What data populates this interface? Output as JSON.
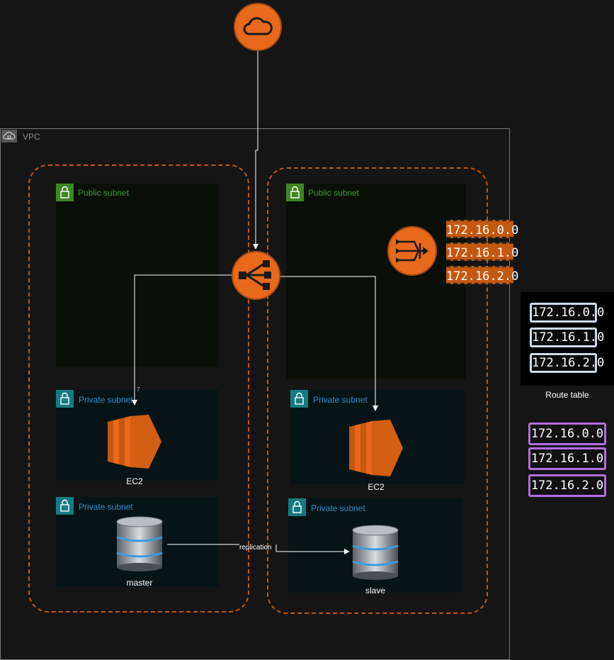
{
  "vpc": {
    "label": "VPC"
  },
  "public_subnet_label": "Public subnet",
  "private_subnet_label": "Private subnet",
  "nodes": {
    "ec2_left": "EC2",
    "ec2_right": "EC2",
    "db_master": "master",
    "db_slave": "slave"
  },
  "edges": {
    "replication": "replication"
  },
  "nat_routes": [
    "172.16.0.0",
    "172.16.1.0",
    "172.16.2.0"
  ],
  "route_table": {
    "label": "Route table",
    "routes": [
      "172.16.0.0",
      "172.16.1.0",
      "172.16.2.0"
    ]
  },
  "extra_routes": [
    "172.16.0.0",
    "172.16.1.0",
    "172.16.2.0"
  ],
  "colors": {
    "orange": "#e8691c",
    "public_green": "#3f8624",
    "private_teal": "#157b82",
    "purple": "#b56ce0"
  }
}
